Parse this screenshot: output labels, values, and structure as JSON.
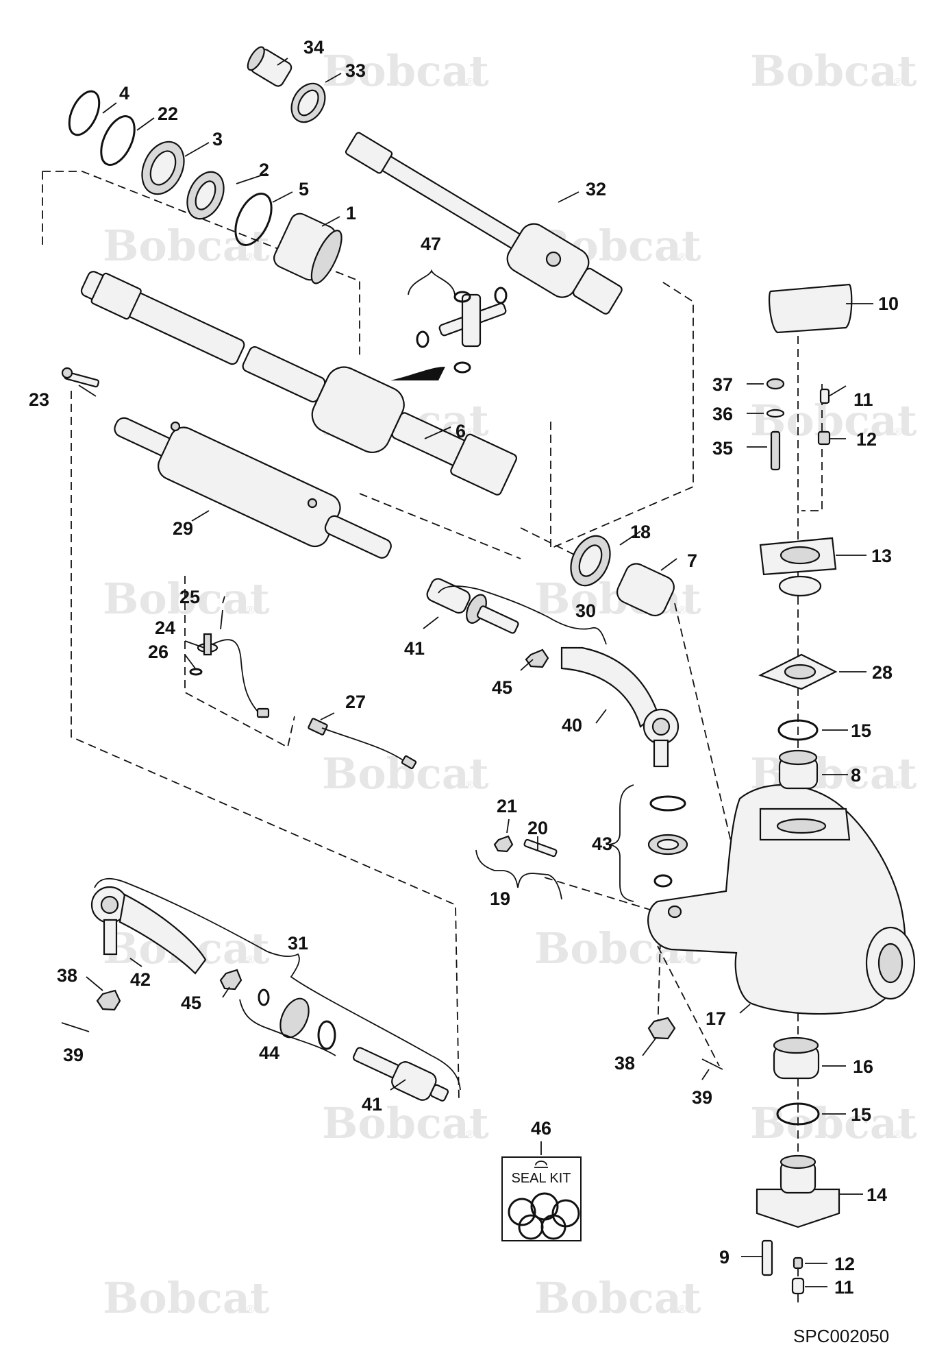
{
  "diagram_code": "SPC002050",
  "watermark_text": "Bobcat",
  "seal_kit_label": "SEAL KIT",
  "callouts": [
    "1",
    "2",
    "3",
    "4",
    "5",
    "6",
    "7",
    "8",
    "9",
    "10",
    "11",
    "12",
    "13",
    "14",
    "15",
    "16",
    "17",
    "18",
    "19",
    "20",
    "21",
    "22",
    "23",
    "24",
    "25",
    "26",
    "27",
    "28",
    "29",
    "30",
    "31",
    "32",
    "33",
    "34",
    "35",
    "36",
    "37",
    "38",
    "39",
    "40",
    "41",
    "42",
    "43",
    "44",
    "45",
    "46",
    "47"
  ],
  "colors": {
    "line": "#111111",
    "watermark": "#e6e6e6",
    "part_fill": "#f2f2f2"
  }
}
